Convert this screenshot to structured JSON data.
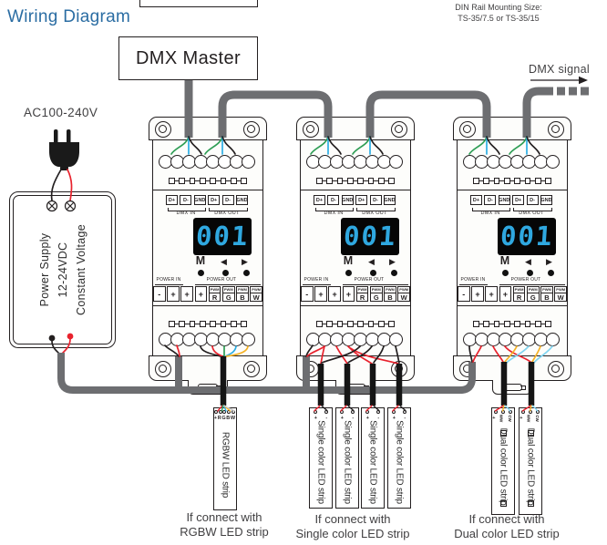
{
  "title": "Wiring Diagram",
  "din_note": {
    "line1": "DIN Rail Mounting Size:",
    "line2": "TS-35/7.5 or TS-35/15"
  },
  "dmx_master_label": "DMX Master",
  "dmx_signal_label": "DMX signal",
  "power": {
    "ac_label": "AC100-240V",
    "psu_lines": [
      "Power Supply",
      "12-24VDC",
      "Constant Voltage"
    ]
  },
  "controller": {
    "dmx_terminals": [
      "D+",
      "D-",
      "GND",
      "D+",
      "D-",
      "GND"
    ],
    "dmx_in_label": "DMX IN",
    "dmx_out_label": "DMX OUT",
    "power_in_label": "POWER IN",
    "power_out_label": "POWER OUT",
    "power_terminals": [
      "-",
      "+",
      "+",
      "+"
    ],
    "pwm_top_label": "PWM",
    "channel_letters": [
      "R",
      "G",
      "B",
      "W"
    ],
    "mode_button": "M",
    "left_arrow": "◀",
    "right_arrow": "▶"
  },
  "controllers": [
    {
      "address": "001"
    },
    {
      "address": "001"
    },
    {
      "address": "001"
    }
  ],
  "strips": {
    "rgbw": {
      "name": "RGBW LED strip",
      "pads": [
        "+",
        "R",
        "G",
        "B",
        "W"
      ]
    },
    "single": {
      "name": "Single color LED strip",
      "pads": [
        "+",
        "-"
      ]
    },
    "dual": {
      "name": "Dual color LED strip",
      "pads": [
        "+",
        "WW",
        "CW"
      ]
    }
  },
  "captions": {
    "rgbw": [
      "If connect with",
      "RGBW LED strip"
    ],
    "single": [
      "If connect with",
      "Single color LED strip"
    ],
    "dual": [
      "If connect with",
      "Dual color LED strip"
    ]
  },
  "colors": {
    "title_blue": "#2b6da3",
    "cable_gray": "#6d6e71",
    "display_digits": "#2fa8e0",
    "outline": "#231f20",
    "wire_red": "#e8222d",
    "wire_green": "#2f9e55",
    "wire_blue": "#2caee4",
    "wire_yellow": "#f5b226",
    "wire_cyan": "#7fd4f0",
    "wire_white": "#c9c9c9",
    "wire_black": "#231f20"
  }
}
